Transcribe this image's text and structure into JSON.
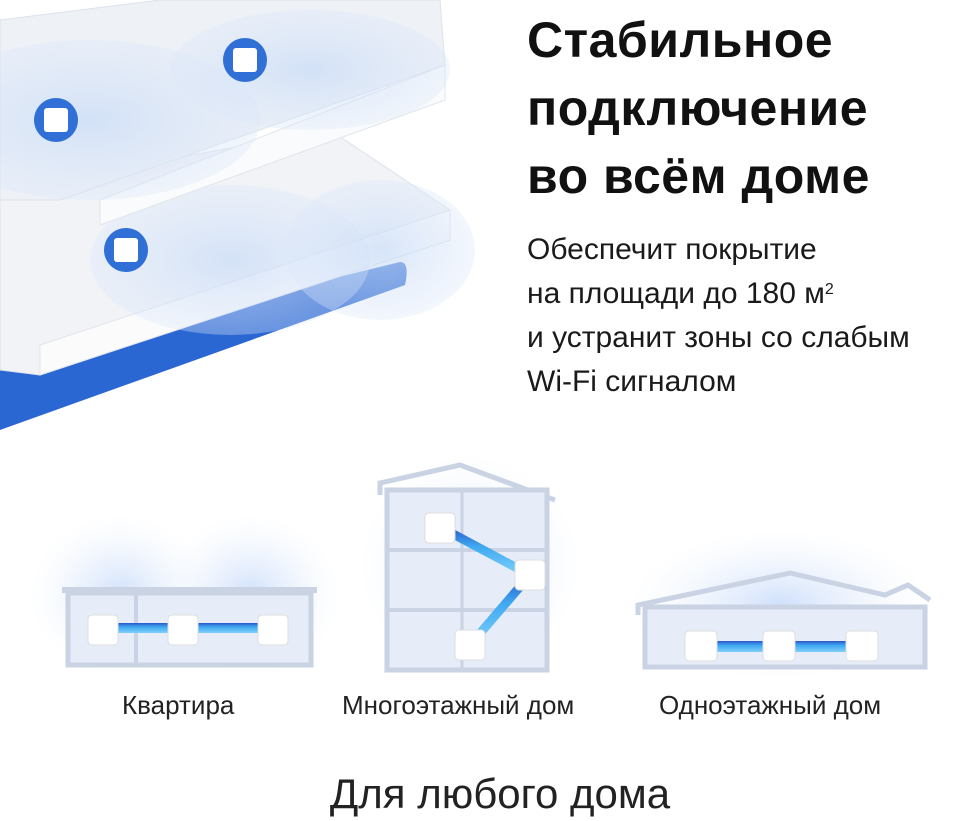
{
  "headline": {
    "lines": [
      "Стабильное",
      "подключение",
      "во всём доме"
    ]
  },
  "description": {
    "line1": "Обеспечит покрытие",
    "line2": "на площади до 180 м",
    "line2_sup": "2",
    "line3": "и устранит зоны со слабым",
    "line4": "Wi-Fi сигналом"
  },
  "scenarios": [
    {
      "label": "Квартира"
    },
    {
      "label": "Многоэтажный дом"
    },
    {
      "label": "Одноэтажный дом"
    }
  ],
  "footer": {
    "text": "Для любого дома"
  },
  "colors": {
    "accent_blue": "#2f6fd6",
    "coverage": "#dce8fa",
    "wall": "#c9d3e3"
  }
}
